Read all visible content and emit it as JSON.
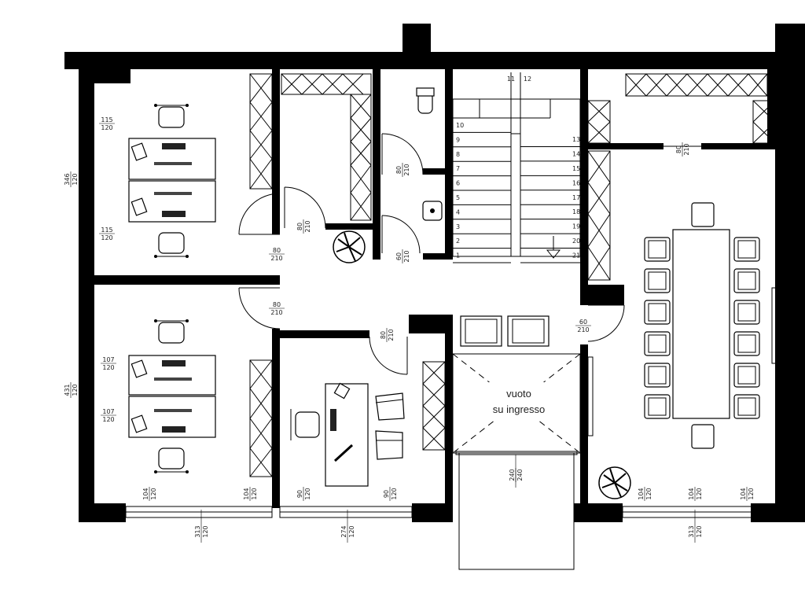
{
  "rooms": {
    "void_label_1": "vuoto",
    "void_label_2": "su ingresso"
  },
  "windows": {
    "w_left_top": [
      "346",
      "120"
    ],
    "w_left_bottom": [
      "431",
      "120"
    ],
    "w_office1_a": [
      "115",
      "120"
    ],
    "w_office1_b": [
      "115",
      "120"
    ],
    "w_office2_a": [
      "107",
      "120"
    ],
    "w_office2_b": [
      "107",
      "120"
    ],
    "w_bot_1": [
      "104",
      "120"
    ],
    "w_bot_2": [
      "104",
      "120"
    ],
    "w_bot_3": [
      "90",
      "120"
    ],
    "w_bot_4": [
      "90",
      "120"
    ],
    "w_bot_5": [
      "104",
      "120"
    ],
    "w_bot_6": [
      "104",
      "120"
    ],
    "w_bot_7": [
      "104",
      "120"
    ],
    "w_under_1": [
      "313",
      "120"
    ],
    "w_under_2": [
      "274",
      "120"
    ],
    "w_under_3": [
      "313",
      "120"
    ],
    "w_entry": [
      "240",
      "240"
    ]
  },
  "doors": {
    "d1": [
      "80",
      "210"
    ],
    "d2": [
      "80",
      "210"
    ],
    "d3": [
      "80",
      "210"
    ],
    "d4": [
      "80",
      "210"
    ],
    "d5": [
      "60",
      "210"
    ],
    "d6": [
      "60",
      "210"
    ],
    "d7": [
      "80",
      "210"
    ],
    "d8": [
      "80",
      "210"
    ]
  },
  "stairs": {
    "left_steps": [
      "10",
      "9",
      "8",
      "7",
      "6",
      "5",
      "4",
      "3",
      "2",
      "1"
    ],
    "right_steps": [
      "13",
      "14",
      "15",
      "16",
      "17",
      "18",
      "19",
      "20",
      "21"
    ],
    "top_steps": [
      "11",
      "12"
    ]
  }
}
